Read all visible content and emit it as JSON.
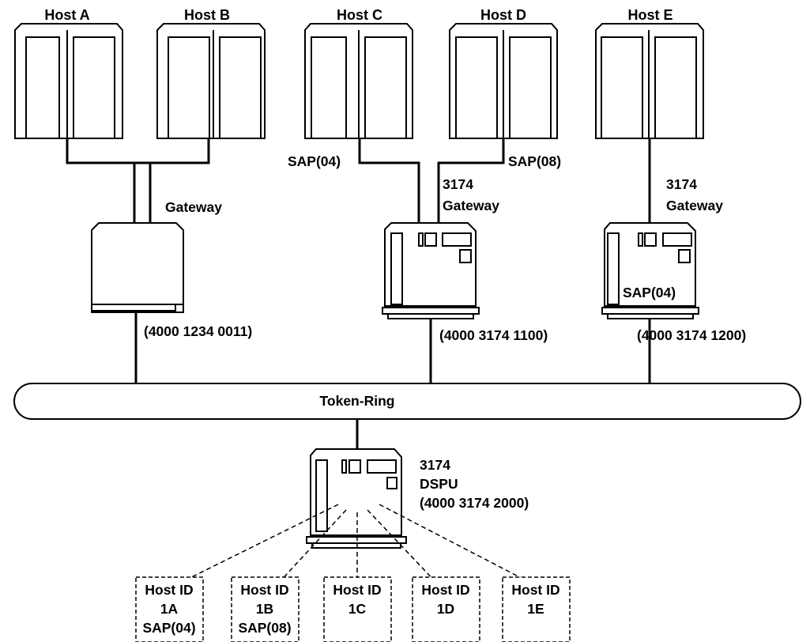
{
  "hosts": {
    "a": "Host A",
    "b": "Host B",
    "c": "Host C",
    "d": "Host D",
    "e": "Host E"
  },
  "sap_labels": {
    "host_c": "SAP(04)",
    "host_d": "SAP(08)",
    "gateway_e": "SAP(04)"
  },
  "gateways": {
    "left": {
      "label": "Gateway",
      "address": "(4000 1234 0011)"
    },
    "middle": {
      "line1": "3174",
      "line2": "Gateway",
      "address": "(4000 3174 1100)"
    },
    "right": {
      "line1": "3174",
      "line2": "Gateway",
      "address": "(4000 3174 1200)"
    }
  },
  "ring": {
    "label": "Token-Ring"
  },
  "dspu": {
    "line1": "3174",
    "line2": "DSPU",
    "address": "(4000 3174 2000)"
  },
  "host_ids": [
    {
      "l1": "Host ID",
      "l2": "1A",
      "l3": "SAP(04)"
    },
    {
      "l1": "Host ID",
      "l2": "1B",
      "l3": "SAP(08)"
    },
    {
      "l1": "Host ID",
      "l2": "1C",
      "l3": ""
    },
    {
      "l1": "Host ID",
      "l2": "1D",
      "l3": ""
    },
    {
      "l1": "Host ID",
      "l2": "1E",
      "l3": ""
    }
  ]
}
